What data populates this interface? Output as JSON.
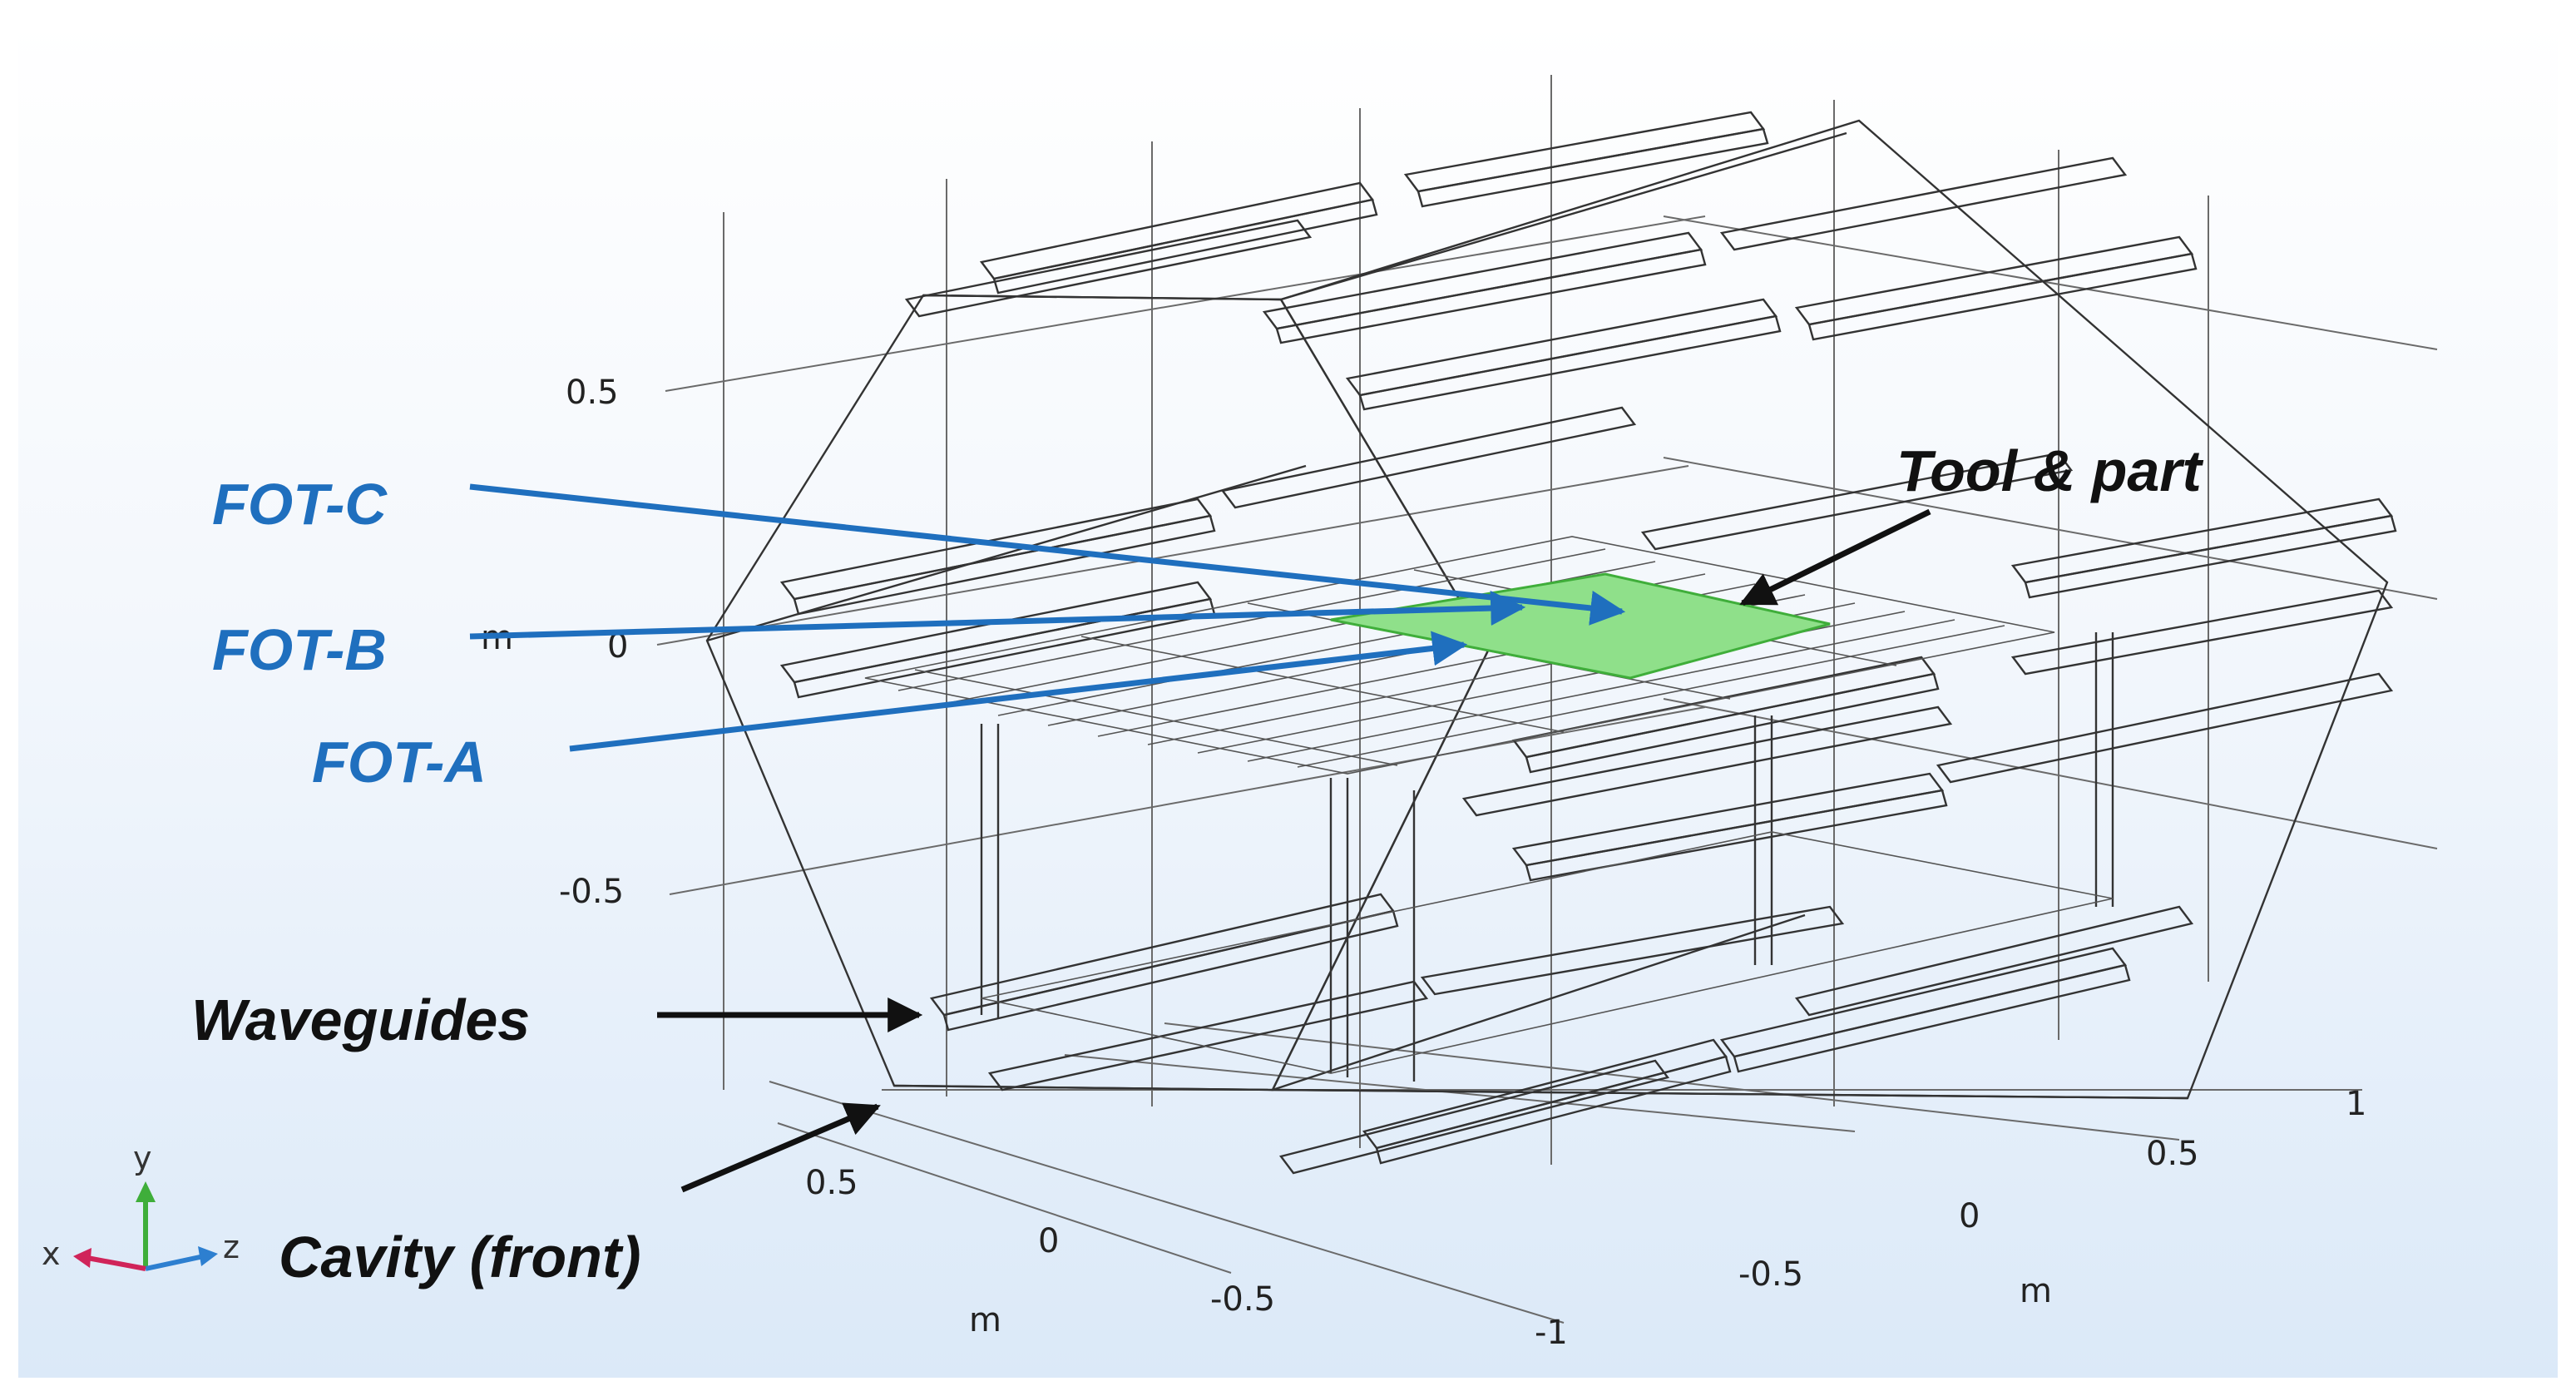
{
  "axes": {
    "y_ticks": [
      "0.5",
      "0",
      "-0.5"
    ],
    "y_unit": "m",
    "x_ticks": [
      "0.5",
      "0",
      "-0.5",
      "-1"
    ],
    "x_unit": "m",
    "z_ticks": [
      "1",
      "0.5",
      "0",
      "-0.5"
    ],
    "z_unit": "m"
  },
  "labels": {
    "fot_c": "FOT-C",
    "fot_b": "FOT-B",
    "fot_a": "FOT-A",
    "tool_part": "Tool & part",
    "waveguides": "Waveguides",
    "cavity_front": "Cavity (front)"
  },
  "triad": {
    "y": "y",
    "x": "x",
    "z": "z"
  },
  "colors": {
    "fot_labels": "#1f6fbe",
    "tool_part_fill": "#8fe08a",
    "tool_part_edge": "#3fae3a",
    "callout_black": "#111111",
    "triad_x": "#d0245a",
    "triad_y": "#3fae3a",
    "triad_z": "#2d7fd0"
  }
}
